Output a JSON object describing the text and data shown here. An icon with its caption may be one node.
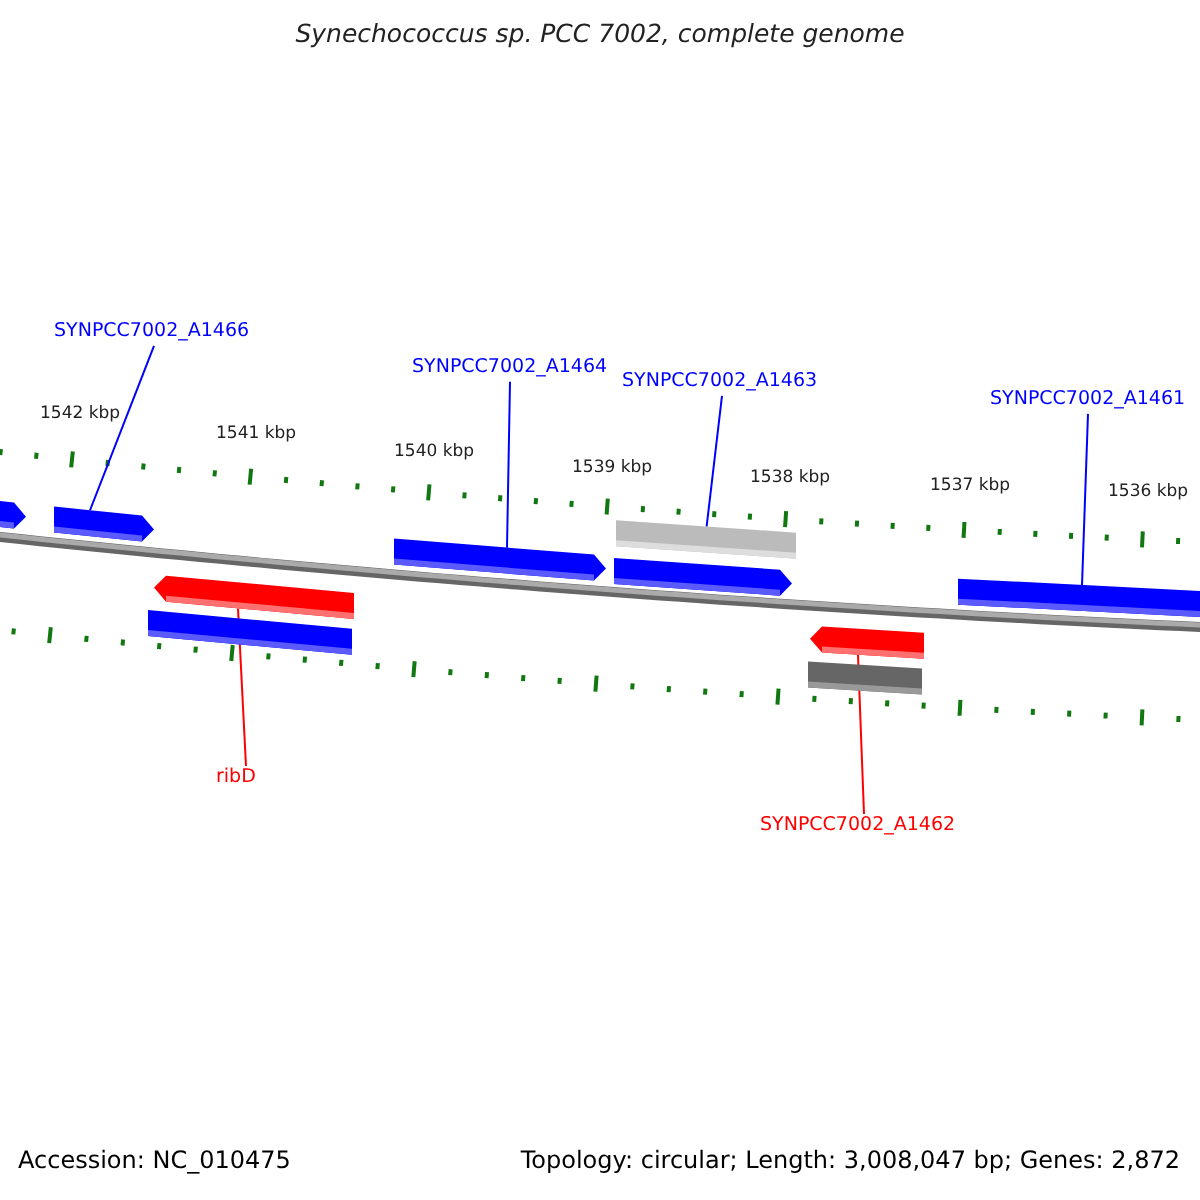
{
  "diagram": {
    "title": "Synechococcus sp. PCC 7002, complete genome",
    "nodes": [
      {
        "text": [
          "SYNPCC7002_A1466"
        ]
      },
      {
        "text": [
          "SYNPCC7002_A1464"
        ]
      },
      {
        "text": [
          "SYNPCC7002_A1463"
        ]
      },
      {
        "text": [
          "SYNPCC7002_A1461"
        ]
      },
      {
        "text": [
          "ribD"
        ]
      },
      {
        "text": [
          "SYNPCC7002_A1462"
        ]
      },
      {
        "text": [],
        "shape": "pentagon"
      },
      {
        "text": [],
        "shape": "pentagon"
      },
      {
        "text": [],
        "shape": "pentagon"
      },
      {
        "text": [],
        "shape": "bar"
      },
      {
        "text": [],
        "shape": "pentagon"
      },
      {
        "text": [],
        "shape": "bar"
      },
      {
        "text": [],
        "shape": "pentagon"
      },
      {
        "text": [],
        "shape": "bar"
      },
      {
        "text": [],
        "shape": "pentagon"
      },
      {
        "text": [],
        "shape": "bar"
      }
    ],
    "edges": [
      {
        "from": 0,
        "to": 7,
        "arrow": "none"
      },
      {
        "from": 1,
        "to": 8,
        "arrow": "none"
      },
      {
        "from": 2,
        "to": 9,
        "arrow": "none"
      },
      {
        "from": 3,
        "to": 11,
        "arrow": "none"
      },
      {
        "from": 4,
        "to": 12,
        "arrow": "none",
        "color": "#ff0000"
      },
      {
        "from": 5,
        "to": 14,
        "arrow": "none",
        "color": "#ff0000"
      }
    ],
    "labels": [
      "1542 kbp",
      "1541 kbp",
      "1540 kbp",
      "1539 kbp",
      "1538 kbp",
      "1537 kbp",
      "1536 kbp",
      "Accession: NC_010475",
      "Topology: circular; Length: 3,008,047 bp; Genes: 2,872"
    ]
  }
}
